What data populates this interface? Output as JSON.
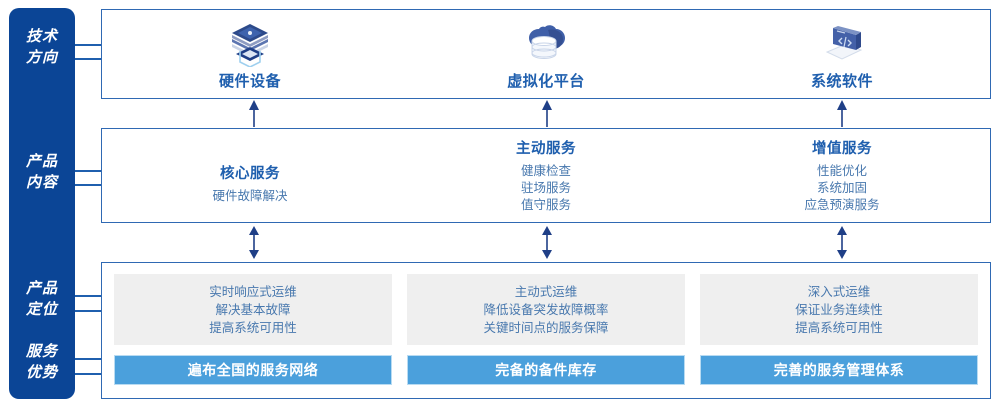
{
  "rail": {
    "labels": [
      {
        "line1": "技术",
        "line2": "方向"
      },
      {
        "line1": "产品",
        "line2": "内容"
      },
      {
        "line1": "产品",
        "line2": "定位"
      },
      {
        "line1": "服务",
        "line2": "优势"
      }
    ]
  },
  "tech_direction": {
    "items": [
      {
        "label": "硬件设备",
        "icon": "server-stack-icon"
      },
      {
        "label": "虚拟化平台",
        "icon": "cloud-database-icon"
      },
      {
        "label": "系统软件",
        "icon": "laptop-code-icon"
      }
    ]
  },
  "product_content": {
    "columns": [
      {
        "title": "核心服务",
        "items": [
          "硬件故障解决"
        ]
      },
      {
        "title": "主动服务",
        "items": [
          "健康检查",
          "驻场服务",
          "值守服务"
        ]
      },
      {
        "title": "增值服务",
        "items": [
          "性能优化",
          "系统加固",
          "应急预演服务"
        ]
      }
    ]
  },
  "product_positioning": {
    "columns": [
      {
        "lines": [
          "实时响应式运维",
          "解决基本故障",
          "提高系统可用性"
        ]
      },
      {
        "lines": [
          "主动式运维",
          "降低设备突发故障概率",
          "关键时间点的服务保障"
        ]
      },
      {
        "lines": [
          "深入式运维",
          "保证业务连续性",
          "提高系统可用性"
        ]
      }
    ]
  },
  "service_advantage": {
    "bars": [
      "遍布全国的服务网络",
      "完备的备件库存",
      "完善的服务管理体系"
    ]
  },
  "colors": {
    "rail_blue": "#0b4596",
    "panel_border": "#2f69b3",
    "title_blue": "#1f5fae",
    "body_blue": "#4878ae",
    "grey_box": "#efefef",
    "bar_blue": "#4ba0dc",
    "bar_border": "#b8dbf2",
    "arrow_navy": "#1f3f87"
  }
}
